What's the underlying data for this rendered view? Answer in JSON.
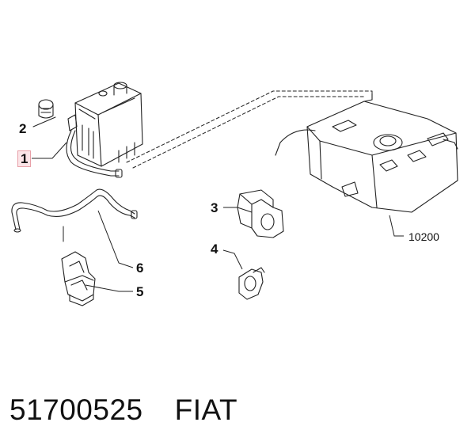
{
  "callouts": {
    "c1": "1",
    "c2": "2",
    "c3": "3",
    "c4": "4",
    "c5": "5",
    "c6": "6",
    "c10200": "10200"
  },
  "footer": {
    "part_number": "51700525",
    "brand": "FIAT"
  },
  "colors": {
    "line": "#222222",
    "highlight_fill": "#fbe4e7",
    "highlight_border": "#e8a0a8"
  }
}
